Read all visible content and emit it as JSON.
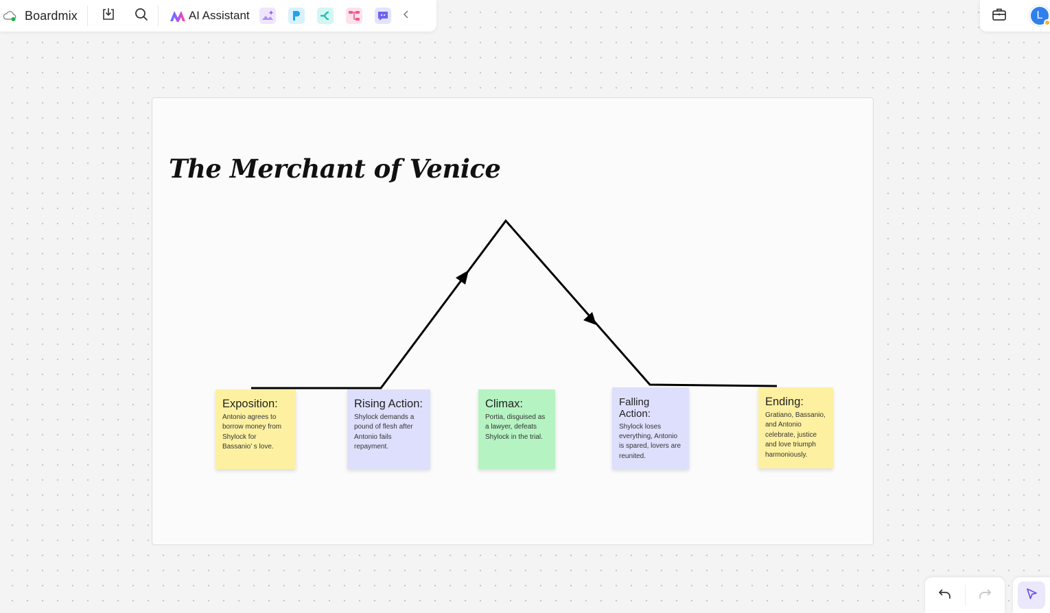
{
  "app": {
    "brand_name": "Boardmix",
    "ai_assistant_label": "AI Assistant",
    "avatar_initial": "L"
  },
  "colors": {
    "exposition": "#fdf1a1",
    "rising_action": "#dedffc",
    "climax": "#b6f3c2",
    "falling_action": "#dedffc",
    "ending": "#fdf1a1",
    "accent": "#7b61ff"
  },
  "icons": {
    "brand": "cloud-sync-icon",
    "export": "download-icon",
    "search": "search-icon",
    "ai": "ai-assistant-icon",
    "apps": [
      "ai-image-icon",
      "presentation-icon",
      "mindmap-icon",
      "flowchart-icon",
      "ai-chat-icon"
    ],
    "collapse": "chevron-left-icon",
    "toolbox": "toolbox-icon",
    "undo": "undo-icon",
    "redo": "redo-icon",
    "select": "pointer-icon"
  },
  "board": {
    "title": "The Merchant of Venice",
    "notes": [
      {
        "heading": "Exposition:",
        "lines": [
          "Antonio agrees to",
          "borrow money from",
          "Shylock for",
          "Bassanio’ s love."
        ]
      },
      {
        "heading": "Rising Action:",
        "lines": [
          "Shylock demands a",
          "pound of flesh after",
          "Antonio fails",
          "repayment."
        ]
      },
      {
        "heading": "Climax:",
        "lines": [
          "Portia, disguised as",
          "a lawyer, defeats",
          "Shylock in the trial."
        ]
      },
      {
        "heading": "Falling Action:",
        "lines": [
          "Shylock loses",
          "everything, Antonio",
          "is spared, lovers are",
          "reunited."
        ]
      },
      {
        "heading": "Ending:",
        "lines": [
          "Gratiano, Bassanio,",
          "and Antonio",
          "celebrate, justice",
          "and love triumph",
          "harmoniously."
        ]
      }
    ]
  }
}
